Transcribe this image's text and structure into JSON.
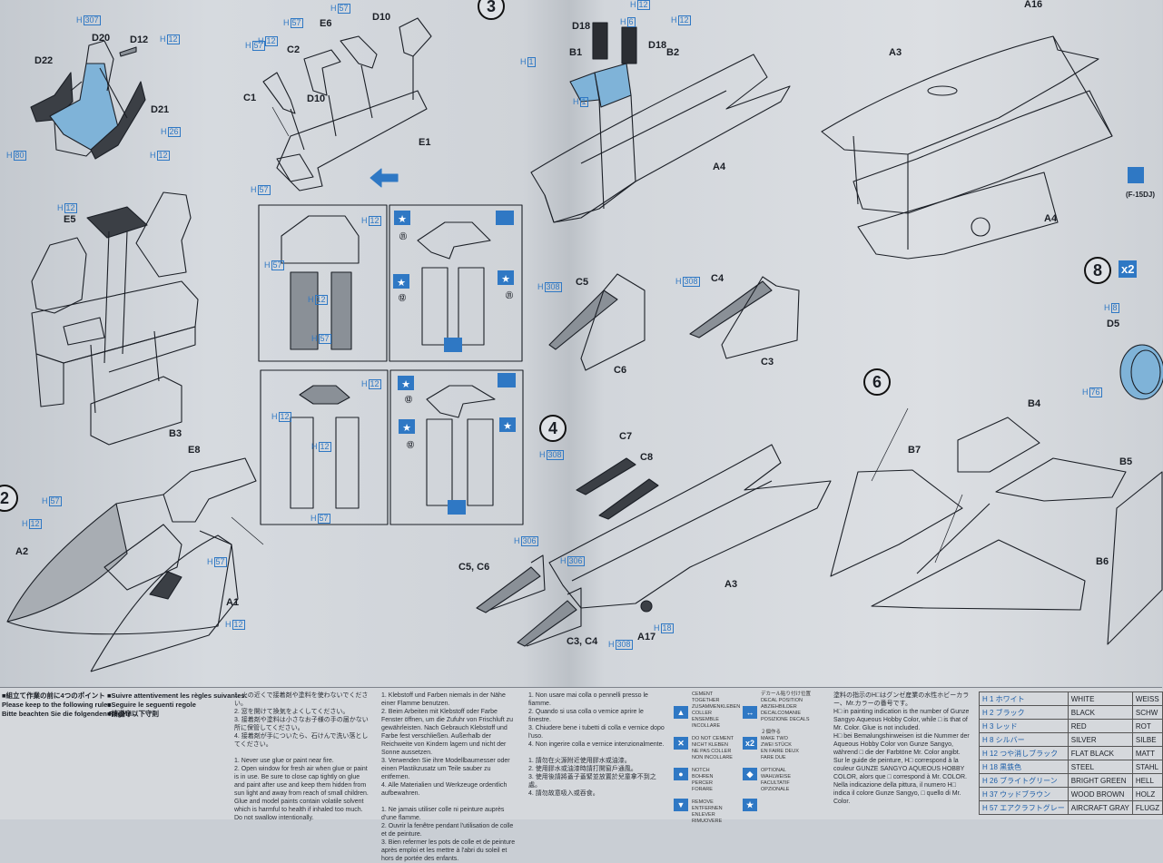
{
  "steps": {
    "s2": "2",
    "s3": "3",
    "s4": "4",
    "s6": "6",
    "s8": "8",
    "x2": "x2"
  },
  "parts": {
    "d22": "D22",
    "d20": "D20",
    "d12": "D12",
    "d21": "D21",
    "e5": "E5",
    "b3": "B3",
    "e8": "E8",
    "a2": "A2",
    "a1": "A1",
    "c1": "C1",
    "c2": "C2",
    "d10a": "D10",
    "d10b": "D10",
    "e6": "E6",
    "e1": "E1",
    "d18a": "D18",
    "d18b": "D18",
    "b1": "B1",
    "b2": "B2",
    "a4a": "A4",
    "c5": "C5",
    "c6": "C6",
    "c4": "C4",
    "c3": "C3",
    "c7": "C7",
    "c8": "C8",
    "c5c6": "C5, C6",
    "c3c4": "C3, C4",
    "a3a": "A3",
    "a17": "A17",
    "a16": "A16",
    "a3b": "A3",
    "a4b": "A4",
    "b4": "B4",
    "b5": "B5",
    "b6": "B6",
    "b7": "B7",
    "d5": "D5",
    "f15dj": "(F-15DJ)",
    "n11a": "⑪",
    "n11b": "⑪",
    "n12a": "⑫",
    "n12b": "⑫",
    "n12c": "⑫"
  },
  "hcodes": {
    "h307": "307",
    "h12a": "12",
    "h26": "26",
    "h80": "80",
    "h12b": "12",
    "h12c": "12",
    "h57a": "57",
    "h12d": "12",
    "h57b": "57",
    "h57c": "57",
    "h12e": "12",
    "h57d": "57",
    "h57e": "57",
    "h12f": "12",
    "h57f": "57",
    "h12g": "12",
    "h57g": "57",
    "h12h": "12",
    "h12i": "12",
    "h57h": "57",
    "h12j": "12",
    "h12k": "12",
    "h57i": "57",
    "h1a": "1",
    "h1b": "1",
    "h6": "6",
    "h12l": "12",
    "h12m": "12",
    "h308a": "308",
    "h308b": "308",
    "h308c": "308",
    "h306a": "306",
    "h306b": "306",
    "h18": "18",
    "h308d": "308",
    "h8": "8",
    "h76": "76"
  },
  "notes": {
    "col1_title": "■組立て作業の前に4つのポイント\nPlease keep to the following rules\nBitte beachten Sie die folgenden Regeln",
    "col1b_title": "■Suivre attentivement les règles suivantes:\n■Seguire le seguenti regole\n■請遵守以下守則",
    "col2": "1. 火の近くで接着剤や塗料を使わないでください。\n2. 窓を開けて換気をよくしてください。\n3. 接着剤や塗料は小さなお子様の手の届かない所に保管してください。\n4. 接着剤が手についたら、石けんで洗い落としてください。\n\n1. Never use glue or paint near fire.\n2. Open window for fresh air when glue or paint is in use. Be sure to close cap tightly on glue and paint after use and keep them hidden from sun light and away from reach of small children. Glue and model paints contain volatile solvent which is harmful to health if inhaled too much. Do not swallow intentionally.",
    "col3": "1. Klebstoff und Farben niemals in der Nähe einer Flamme benutzen.\n2. Beim Arbeiten mit Klebstoff oder Farbe Fenster öffnen, um die Zufuhr von Frischluft zu gewährleisten. Nach Gebrauch Klebstoff und Farbe fest verschließen. Außerhalb der Reichweite von Kindern lagern und nicht der Sonne aussetzen.\n3. Verwenden Sie ihre Modellbaumesser oder einen Plastikzusatz um Teile sauber zu entfernen.\n4. Alle Materialien und Werkzeuge ordentlich aufbewahren.\n\n1. Ne jamais utiliser colle ni peinture auprès d'une flamme.\n2. Ouvrir la fenêtre pendant l'utilisation de colle et de peinture.\n3. Bien refermer les pots de colle et de peinture après emploi et les mettre à l'abri du soleil et hors de portée des enfants.",
    "col4": "1. Non usare mai colla o pennelli presso le fiamme.\n2. Quando si usa colla o vernice aprire le finestre.\n3. Chiudere bene i tubetti di colla e vernice dopo l'uso.\n4. Non ingerire colla e vernice intenzionalmente.\n\n1. 請勿在火源附近使用膠水或油漆。\n2. 使用膠水或油漆時請打開窗戶通風。\n3. 使用後請將蓋子蓋緊並放置於兒童拿不到之處。\n4. 請勿故意吸入或吞食。",
    "col5": "CEMENT TOGETHER\nZUSAMMENKLEBEN\nCOLLER ENSEMBLE\nINCOLLARE\n\nDO NOT CEMENT\nNICHT KLEBEN\nNE PAS COLLER\nNON INCOLLARE\n\nNOTCH\nBOHREN\nPERCER\nFORARE\n\nREMOVE\nENTFERNEN\nENLEVER\nRIMUOVERE",
    "col6": "デカール貼り付け位置\nDECAL POSITION\nABZIEHBILDER\nDECALCOMANIE\nPOSIZIONE DECALS\n\n２個作る\nMAKE TWO\nZWEI STÜCK\nEN FAIRE DEUX\nFARE DUE\n\nOPTIONAL\nWAHLWEISE\nFACULTATIF\nOPZIONALE",
    "col7": "塗料の指示のH□はグンゼ産業の水性ホビーカラー、Mr.カラーの番号です。\nH□ in painting indication is the number of Gunze Sangyo Aqueous Hobby Color, while □ is that of Mr. Color. Glue is not included.\nH□ bei Bemalungshinweisen ist die Nummer der Aqueous Hobby Color von Gunze Sangyo, während □ die der Farbtöne Mr. Color angibt.\nSur le guide de peinture, H□ correspond à la couleur GUNZE SANGYO AQUEOUS HOBBY COLOR, alors que □ correspond à Mr. COLOR.\nNella indicazione della pittura, il numero H□ indica il colore Gunze Sangyo, □ quello di Mr. Color."
  },
  "color_table": [
    {
      "code": "1",
      "jp": "ホワイト",
      "en": "WHITE",
      "de": "WEISS"
    },
    {
      "code": "2",
      "jp": "ブラック",
      "en": "BLACK",
      "de": "SCHW"
    },
    {
      "code": "3",
      "jp": "レッド",
      "en": "RED",
      "de": "ROT"
    },
    {
      "code": "8",
      "jp": "シルバー",
      "en": "SILVER",
      "de": "SILBE"
    },
    {
      "code": "12",
      "jp": "つや消しブラック",
      "en": "FLAT BLACK",
      "de": "MATT"
    },
    {
      "code": "18",
      "jp": "黒鉄色",
      "en": "STEEL",
      "de": "STAHL"
    },
    {
      "code": "26",
      "jp": "ブライトグリーン",
      "en": "BRIGHT GREEN",
      "de": "HELL"
    },
    {
      "code": "37",
      "jp": "ウッドブラウン",
      "en": "WOOD BROWN",
      "de": "HOLZ"
    },
    {
      "code": "57",
      "jp": "エアクラフトグレー",
      "en": "AIRCRAFT GRAY",
      "de": "FLUGZ"
    }
  ],
  "colors": {
    "accent": "#2f78c4",
    "line": "#1b1f26",
    "fill_light_blue": "#7fb3d8",
    "fill_dark": "#3b3f45",
    "fill_grey": "#8a9097"
  }
}
